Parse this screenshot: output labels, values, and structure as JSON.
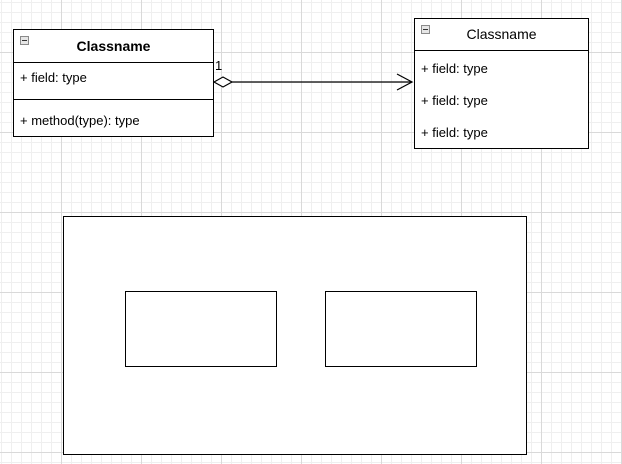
{
  "class_left": {
    "title": "Classname",
    "field": "+ field: type",
    "method": "+ method(type): type"
  },
  "class_right": {
    "title": "Classname",
    "fields": [
      "+ field: type",
      "+ field: type",
      "+ field: type"
    ]
  },
  "association": {
    "multiplicity": "1",
    "source_end": "aggregation-diamond",
    "target_end": "open-arrow"
  },
  "icons": {
    "collapse": "collapse-toggle-icon"
  }
}
